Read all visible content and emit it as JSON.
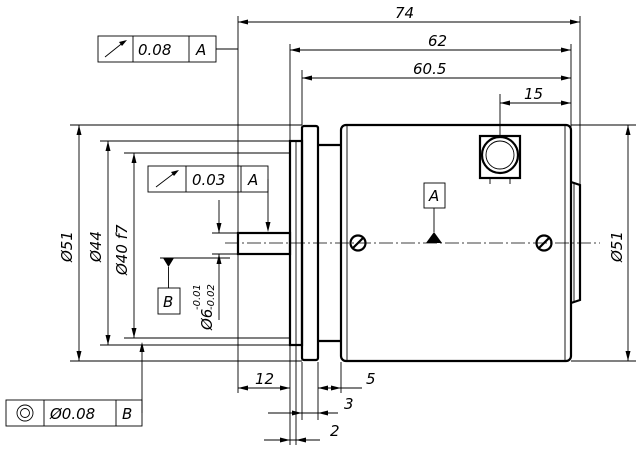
{
  "dimensions": {
    "total_length": "74",
    "body_length": "62",
    "body_length_inner": "60.5",
    "connector_offset": "15",
    "flange_diameter": "Ø51",
    "pilot_diameter_44": "Ø44",
    "pilot_diameter_40": "Ø40 f7",
    "body_diameter_right": "Ø51",
    "shaft_diameter": "Ø6",
    "shaft_tol_upper": "-0.01",
    "shaft_tol_lower": "-0.02",
    "shaft_length": "12",
    "flange_step_5": "5",
    "flange_step_3": "3",
    "flange_step_2": "2"
  },
  "tolerance_frames": {
    "runout_top": {
      "symbol": "runout-arrow",
      "value": "0.08",
      "datum": "A"
    },
    "runout_middle": {
      "symbol": "runout-arrow",
      "value": "0.03",
      "datum": "A"
    },
    "concentricity_bottom": {
      "symbol": "concentric-circles",
      "value": "Ø0.08",
      "datum": "B"
    }
  },
  "datums": {
    "datum_a": "A",
    "datum_b": "B"
  }
}
